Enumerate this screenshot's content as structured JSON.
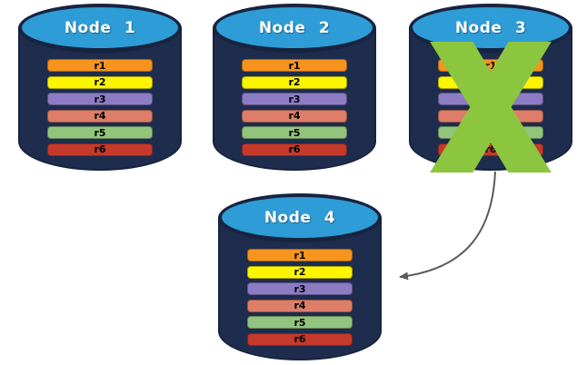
{
  "diagram": {
    "description": "Replicated database nodes; failed node replicates to new node",
    "replica_labels": [
      "r1",
      "r2",
      "r3",
      "r4",
      "r5",
      "r6"
    ],
    "replica_colors": [
      "#F7941D",
      "#FCF500",
      "#8C7CC4",
      "#DE7E68",
      "#93C47D",
      "#C53A2B"
    ],
    "nodes": [
      {
        "label": "Node 1",
        "failed": false
      },
      {
        "label": "Node 2",
        "failed": false
      },
      {
        "label": "Node 3",
        "failed": true
      },
      {
        "label": "Node 4",
        "failed": false
      }
    ],
    "arrow": {
      "from": "Node 3",
      "to": "Node 4"
    },
    "colors": {
      "cylinder_body": "#1E2C4E",
      "cylinder_border": "#17243F",
      "cylinder_top": "#2E9CD6",
      "node_label_text": "#FFFFFF",
      "bar_text": "#000000",
      "x_mark": "#8CC63F",
      "arrow": "#5A5A5A",
      "background": "#FFFFFF"
    }
  }
}
